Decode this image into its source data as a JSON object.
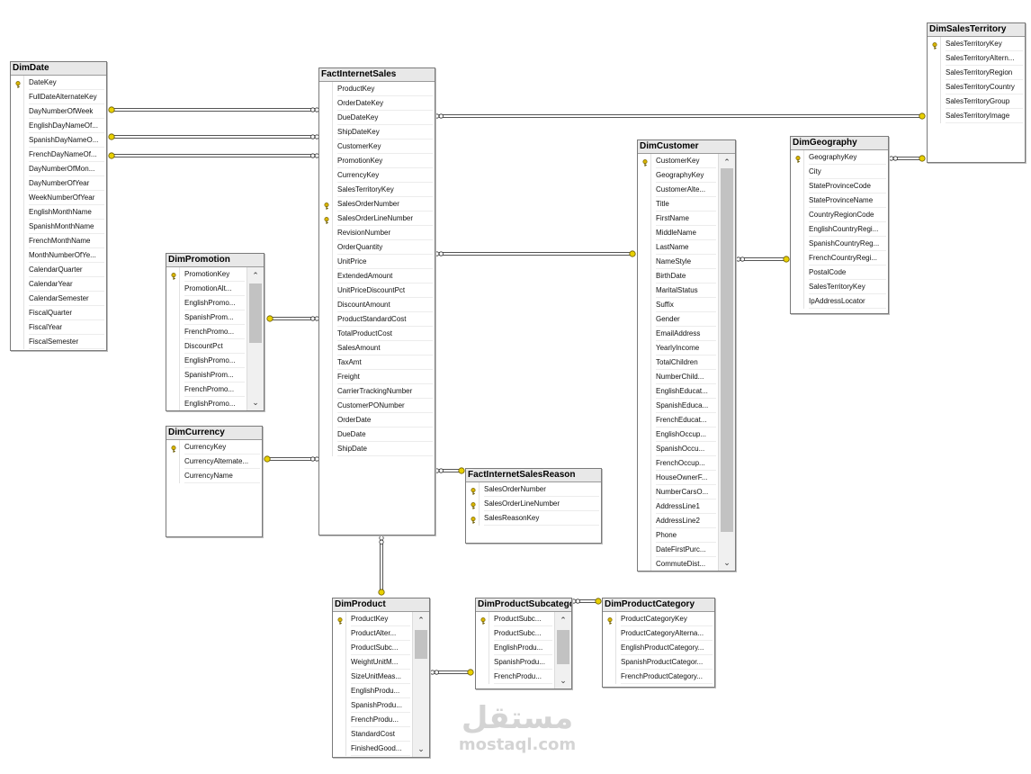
{
  "tables": [
    {
      "id": "DimDate",
      "title": "DimDate",
      "columns": [
        {
          "name": "DateKey",
          "key": true
        },
        {
          "name": "FullDateAlternateKey"
        },
        {
          "name": "DayNumberOfWeek"
        },
        {
          "name": "EnglishDayNameOf..."
        },
        {
          "name": "SpanishDayNameO..."
        },
        {
          "name": "FrenchDayNameOf..."
        },
        {
          "name": "DayNumberOfMon..."
        },
        {
          "name": "DayNumberOfYear"
        },
        {
          "name": "WeekNumberOfYear"
        },
        {
          "name": "EnglishMonthName"
        },
        {
          "name": "SpanishMonthName"
        },
        {
          "name": "FrenchMonthName"
        },
        {
          "name": "MonthNumberOfYe..."
        },
        {
          "name": "CalendarQuarter"
        },
        {
          "name": "CalendarYear"
        },
        {
          "name": "CalendarSemester"
        },
        {
          "name": "FiscalQuarter"
        },
        {
          "name": "FiscalYear"
        },
        {
          "name": "FiscalSemester"
        }
      ]
    },
    {
      "id": "FactInternetSales",
      "title": "FactInternetSales",
      "columns": [
        {
          "name": "ProductKey"
        },
        {
          "name": "OrderDateKey"
        },
        {
          "name": "DueDateKey"
        },
        {
          "name": "ShipDateKey"
        },
        {
          "name": "CustomerKey"
        },
        {
          "name": "PromotionKey"
        },
        {
          "name": "CurrencyKey"
        },
        {
          "name": "SalesTerritoryKey"
        },
        {
          "name": "SalesOrderNumber",
          "key": true
        },
        {
          "name": "SalesOrderLineNumber",
          "key": true
        },
        {
          "name": "RevisionNumber"
        },
        {
          "name": "OrderQuantity"
        },
        {
          "name": "UnitPrice"
        },
        {
          "name": "ExtendedAmount"
        },
        {
          "name": "UnitPriceDiscountPct"
        },
        {
          "name": "DiscountAmount"
        },
        {
          "name": "ProductStandardCost"
        },
        {
          "name": "TotalProductCost"
        },
        {
          "name": "SalesAmount"
        },
        {
          "name": "TaxAmt"
        },
        {
          "name": "Freight"
        },
        {
          "name": "CarrierTrackingNumber"
        },
        {
          "name": "CustomerPONumber"
        },
        {
          "name": "OrderDate"
        },
        {
          "name": "DueDate"
        },
        {
          "name": "ShipDate"
        }
      ]
    },
    {
      "id": "DimPromotion",
      "title": "DimPromotion",
      "scroll": true,
      "columns": [
        {
          "name": "PromotionKey",
          "key": true
        },
        {
          "name": "PromotionAlt..."
        },
        {
          "name": "EnglishPromo..."
        },
        {
          "name": "SpanishProm..."
        },
        {
          "name": "FrenchPromo..."
        },
        {
          "name": "DiscountPct"
        },
        {
          "name": "EnglishPromo..."
        },
        {
          "name": "SpanishProm..."
        },
        {
          "name": "FrenchPromo..."
        },
        {
          "name": "EnglishPromo..."
        }
      ]
    },
    {
      "id": "DimCurrency",
      "title": "DimCurrency",
      "columns": [
        {
          "name": "CurrencyKey",
          "key": true
        },
        {
          "name": "CurrencyAlternate..."
        },
        {
          "name": "CurrencyName"
        }
      ]
    },
    {
      "id": "FactInternetSalesReason",
      "title": "FactInternetSalesReason",
      "columns": [
        {
          "name": "SalesOrderNumber",
          "key": true
        },
        {
          "name": "SalesOrderLineNumber",
          "key": true
        },
        {
          "name": "SalesReasonKey",
          "key": true
        }
      ]
    },
    {
      "id": "DimCustomer",
      "title": "DimCustomer",
      "scroll": true,
      "columns": [
        {
          "name": "CustomerKey",
          "key": true
        },
        {
          "name": "GeographyKey"
        },
        {
          "name": "CustomerAlte..."
        },
        {
          "name": "Title"
        },
        {
          "name": "FirstName"
        },
        {
          "name": "MiddleName"
        },
        {
          "name": "LastName"
        },
        {
          "name": "NameStyle"
        },
        {
          "name": "BirthDate"
        },
        {
          "name": "MaritalStatus"
        },
        {
          "name": "Suffix"
        },
        {
          "name": "Gender"
        },
        {
          "name": "EmailAddress"
        },
        {
          "name": "YearlyIncome"
        },
        {
          "name": "TotalChildren"
        },
        {
          "name": "NumberChild..."
        },
        {
          "name": "EnglishEducat..."
        },
        {
          "name": "SpanishEduca..."
        },
        {
          "name": "FrenchEducat..."
        },
        {
          "name": "EnglishOccup..."
        },
        {
          "name": "SpanishOccu..."
        },
        {
          "name": "FrenchOccup..."
        },
        {
          "name": "HouseOwnerF..."
        },
        {
          "name": "NumberCarsO..."
        },
        {
          "name": "AddressLine1"
        },
        {
          "name": "AddressLine2"
        },
        {
          "name": "Phone"
        },
        {
          "name": "DateFirstPurc..."
        },
        {
          "name": "CommuteDist..."
        }
      ]
    },
    {
      "id": "DimGeography",
      "title": "DimGeography",
      "columns": [
        {
          "name": "GeographyKey",
          "key": true
        },
        {
          "name": "City"
        },
        {
          "name": "StateProvinceCode"
        },
        {
          "name": "StateProvinceName"
        },
        {
          "name": "CountryRegionCode"
        },
        {
          "name": "EnglishCountryRegi..."
        },
        {
          "name": "SpanishCountryReg..."
        },
        {
          "name": "FrenchCountryRegi..."
        },
        {
          "name": "PostalCode"
        },
        {
          "name": "SalesTerritoryKey"
        },
        {
          "name": "IpAddressLocator"
        }
      ]
    },
    {
      "id": "DimSalesTerritory",
      "title": "DimSalesTerritory",
      "columns": [
        {
          "name": "SalesTerritoryKey",
          "key": true
        },
        {
          "name": "SalesTerritoryAltern..."
        },
        {
          "name": "SalesTerritoryRegion"
        },
        {
          "name": "SalesTerritoryCountry"
        },
        {
          "name": "SalesTerritoryGroup"
        },
        {
          "name": "SalesTerritoryImage"
        }
      ]
    },
    {
      "id": "DimProduct",
      "title": "DimProduct",
      "scroll": true,
      "columns": [
        {
          "name": "ProductKey",
          "key": true
        },
        {
          "name": "ProductAlter..."
        },
        {
          "name": "ProductSubc..."
        },
        {
          "name": "WeightUnitM..."
        },
        {
          "name": "SizeUnitMeas..."
        },
        {
          "name": "EnglishProdu..."
        },
        {
          "name": "SpanishProdu..."
        },
        {
          "name": "FrenchProdu..."
        },
        {
          "name": "StandardCost"
        },
        {
          "name": "FinishedGood..."
        }
      ]
    },
    {
      "id": "DimProductSubcategory",
      "title": "DimProductSubcatego",
      "scroll": true,
      "columns": [
        {
          "name": "ProductSubc...",
          "key": true
        },
        {
          "name": "ProductSubc..."
        },
        {
          "name": "EnglishProdu..."
        },
        {
          "name": "SpanishProdu..."
        },
        {
          "name": "FrenchProdu..."
        }
      ]
    },
    {
      "id": "DimProductCategory",
      "title": "DimProductCategory",
      "columns": [
        {
          "name": "ProductCategoryKey",
          "key": true
        },
        {
          "name": "ProductCategoryAlterna..."
        },
        {
          "name": "EnglishProductCategory..."
        },
        {
          "name": "SpanishProductCategor..."
        },
        {
          "name": "FrenchProductCategory..."
        }
      ]
    }
  ],
  "watermark": {
    "text": "mostaql.com",
    "logo": "مستقل"
  }
}
